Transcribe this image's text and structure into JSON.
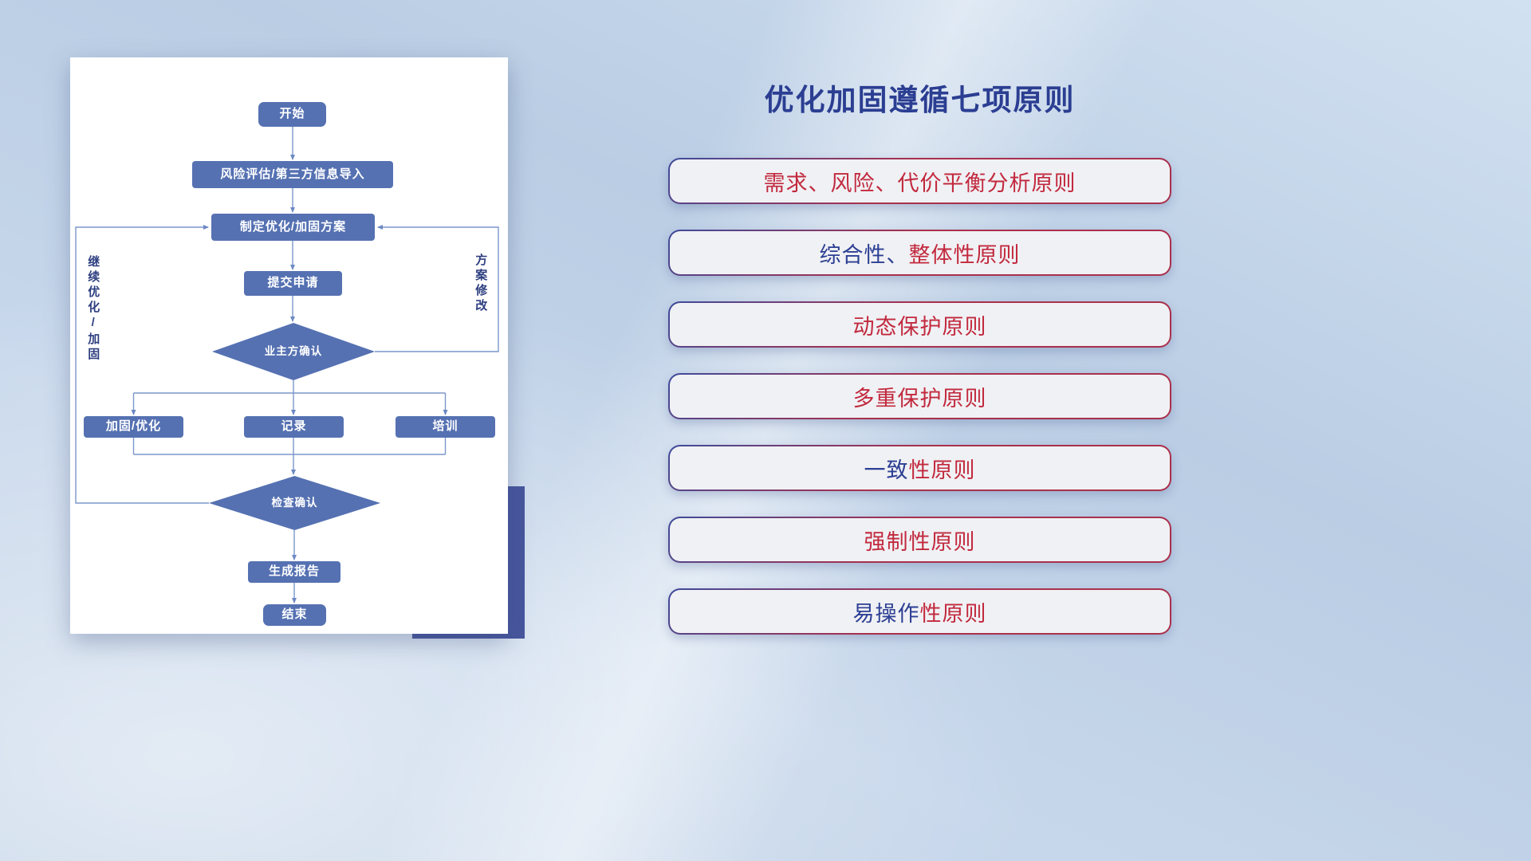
{
  "slide": {
    "title": "优化加固遵循七项原则"
  },
  "flowchart": {
    "nodes": {
      "start": "开始",
      "risk_import": "风险评估/第三方信息导入",
      "make_plan": "制定优化/加固方案",
      "submit": "提交申请",
      "owner_confirm": "业主方确认",
      "reinforce": "加固/优化",
      "record": "记录",
      "training": "培训",
      "check_confirm": "检查确认",
      "report": "生成报告",
      "end": "结束"
    },
    "edge_labels": {
      "continue_optimize": "继续优化/加固",
      "plan_modify": "方案修改"
    }
  },
  "principles": [
    {
      "blue": "",
      "red": "需求、风险、代价平衡分析原则"
    },
    {
      "blue": "综合性、",
      "red": "整体性原则"
    },
    {
      "blue": "",
      "red": "动态保护原则"
    },
    {
      "blue": "",
      "red": "多重保护原则"
    },
    {
      "blue": "一致",
      "red": "性原则"
    },
    {
      "blue": "",
      "red": "强制性原则"
    },
    {
      "blue": "易操作",
      "red": "性原则"
    }
  ],
  "colors": {
    "accent_red": "#c2293e",
    "accent_navy": "#2c3f94",
    "node_blue": "#5571b2"
  }
}
